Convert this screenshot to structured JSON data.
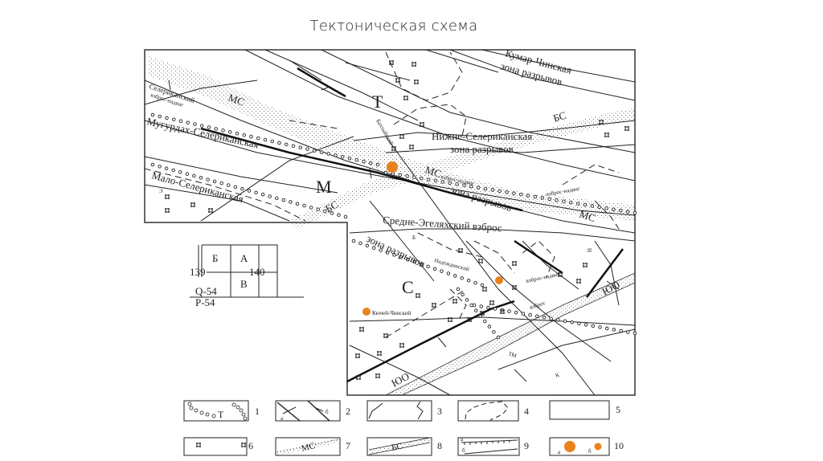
{
  "title": "Тектоническая схема",
  "map": {
    "domains": {
      "T": "Т",
      "M": "М",
      "C": "С"
    },
    "zones": {
      "kumar_chinskaya_1": "Кумар-Чинская",
      "kumar_chinskaya_2": "зона разрывов",
      "nizhne_selerikanskaya_1": "Нижне-Селериканская",
      "nizhne_selerikanskaya_2": "зона разрывов",
      "mugurdakh_selerikanskaya": "Мугурдах-Селериканская",
      "zona_razryvov_central": "зона разрывов",
      "malo_selerikanskaya": "Мало-Селериканская",
      "zona_razryvov_south": "зона разрывов",
      "sredne_egelyakhskiy": "Средне-Эгеляхский взброс"
    },
    "faults": {
      "selerikanskiy_1": "Селериканский",
      "selerikanskiy_2": "взброс-надвиг",
      "baryylskiy": "Бахтыйский",
      "baryylskiy_2": "взброс-надвиг",
      "vzbros_nadvig_east": "взброс-надвиг",
      "nadezhdinskiy": "Надеждинский",
      "nadezhdinskiy_2": "взброс-надвиг",
      "vzbros_se": "взброс",
      "kyuchey_chinskiy": "Кючей-Чинский"
    },
    "belts": {
      "MS": "МС",
      "BS": "БС",
      "YuO": "ЮО",
      "TM": "ТМ",
      "K": "К",
      "B_small": "Б",
      "N_small": "Н",
      "E_small": "Э"
    },
    "deposits": [
      {
        "type": "large",
        "color": "#e8821e"
      },
      {
        "type": "small",
        "color": "#e8821e"
      },
      {
        "type": "small",
        "color": "#e8821e"
      }
    ]
  },
  "sheet_index": {
    "cells": [
      "Б",
      "А",
      "В"
    ],
    "longitude_139": "139",
    "longitude_140": "140",
    "sheet_upper": "Q-54",
    "sheet_lower": "P-54"
  },
  "legend": {
    "items": [
      {
        "num": "1",
        "label": "Т",
        "kind": "block-boundary-circles"
      },
      {
        "num": "2",
        "kind": "faults-arrows",
        "sub_a": "а",
        "sub_b": "б"
      },
      {
        "num": "3",
        "kind": "solid-irregular-contour"
      },
      {
        "num": "4",
        "kind": "dashed-contour"
      },
      {
        "num": "5",
        "kind": "empty"
      },
      {
        "num": "6",
        "kind": "cross-symbols"
      },
      {
        "num": "7",
        "label": "МС",
        "kind": "dotted-belt"
      },
      {
        "num": "8",
        "label": "БС",
        "kind": "stippled-belt"
      },
      {
        "num": "9",
        "kind": "thrust-lines",
        "sub_a": "а",
        "sub_b": "б"
      },
      {
        "num": "10",
        "kind": "deposits",
        "sub_a": "а",
        "sub_b": "б"
      }
    ]
  },
  "colors": {
    "deposit": "#e8821e",
    "line": "#222222"
  }
}
